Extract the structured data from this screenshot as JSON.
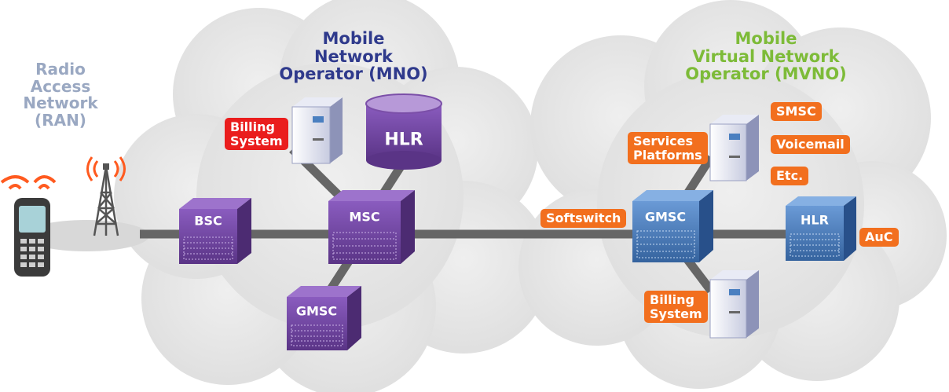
{
  "ran": {
    "title_lines": [
      "Radio",
      "Access",
      "Network",
      "(RAN)"
    ]
  },
  "mno": {
    "title_lines": [
      "Mobile",
      "Network",
      "Operator (MNO)"
    ],
    "bsc": "BSC",
    "msc": "MSC",
    "gmsc": "GMSC",
    "hlr": "HLR",
    "billing_lines": [
      "Billing",
      "System"
    ]
  },
  "mvno": {
    "title_lines": [
      "Mobile",
      "Virtual Network",
      "Operator (MVNO)"
    ],
    "softswitch": "Softswitch",
    "gmsc": "GMSC",
    "hlr": "HLR",
    "auc": "AuC",
    "services_lines": [
      "Services",
      "Platforms"
    ],
    "billing_lines": [
      "Billing",
      "System"
    ],
    "smsc": "SMSC",
    "voicemail": "Voicemail",
    "etc": "Etc."
  },
  "colors": {
    "cloud": "#e6e6e6",
    "link": "#666666",
    "purple_node": "#7b4fa8",
    "blue_node": "#4a7fc0",
    "red_tag": "#ea1d1d",
    "orange_tag": "#f26f1e",
    "mno_title": "#2f3a8c",
    "mvno_title": "#7dbb38",
    "ran_title": "#9aa8c2"
  },
  "icons": [
    "mobile-phone-icon",
    "cell-tower-icon",
    "server-icon",
    "database-icon",
    "switch-rack-icon"
  ]
}
